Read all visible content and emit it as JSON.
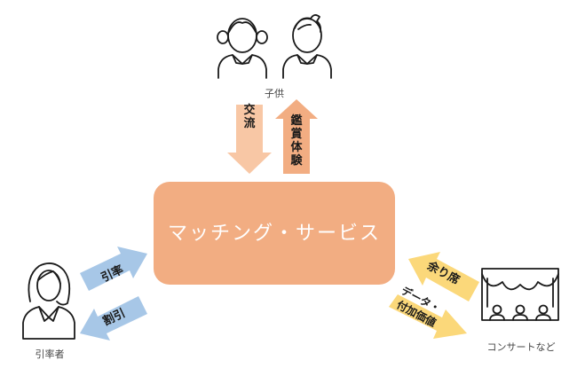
{
  "colors": {
    "center_box": "#f2ad82",
    "center_text": "#ffffff",
    "peach_arrow": "#f8c7a5",
    "salmon_arrow": "#f2ad82",
    "blue_arrow": "#a7c7e7",
    "yellow_arrow": "#fbd87a",
    "icon_stroke": "#1a1a1a",
    "label_text": "#444444"
  },
  "center": {
    "label": "マッチング・サービス"
  },
  "children": {
    "caption": "子供",
    "arrow_down_label": "交流",
    "arrow_up_label": "鑑賞体験",
    "icons": [
      "girl-icon",
      "boy-icon"
    ]
  },
  "guardian": {
    "caption": "引率者",
    "arrow_right_label": "引率",
    "arrow_left_label": "割引",
    "icon": "woman-icon"
  },
  "concert": {
    "caption": "コンサートなど",
    "arrow_left_label": "余り席",
    "arrow_right_label_line1": "データ・",
    "arrow_right_label_line2": "付加価値",
    "icon": "theater-icon"
  }
}
